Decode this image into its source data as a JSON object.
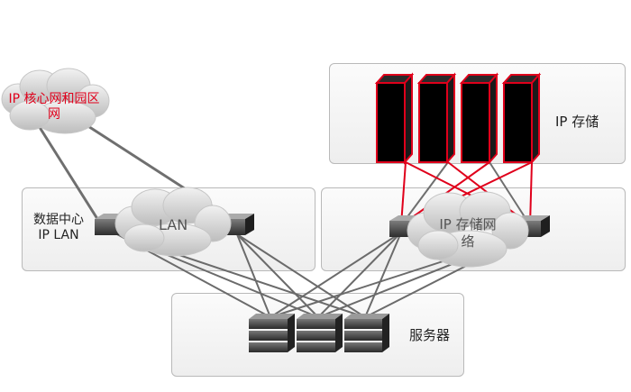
{
  "labels": {
    "core_network": "IP 核心网和园区网",
    "datacenter_lan": "数据中心 IP LAN",
    "lan": "LAN",
    "ip_storage": "IP 存储",
    "ip_storage_network": "IP 存储网络",
    "servers": "服务器"
  },
  "colors": {
    "accent_red": "#e0001b",
    "link_gray": "#6f6f6f",
    "panel_border": "#b9b9b9",
    "cloud": "#cfcfcf"
  },
  "icons": [
    "cloud-icon",
    "switch-icon",
    "storage-array-icon",
    "server-icon"
  ]
}
